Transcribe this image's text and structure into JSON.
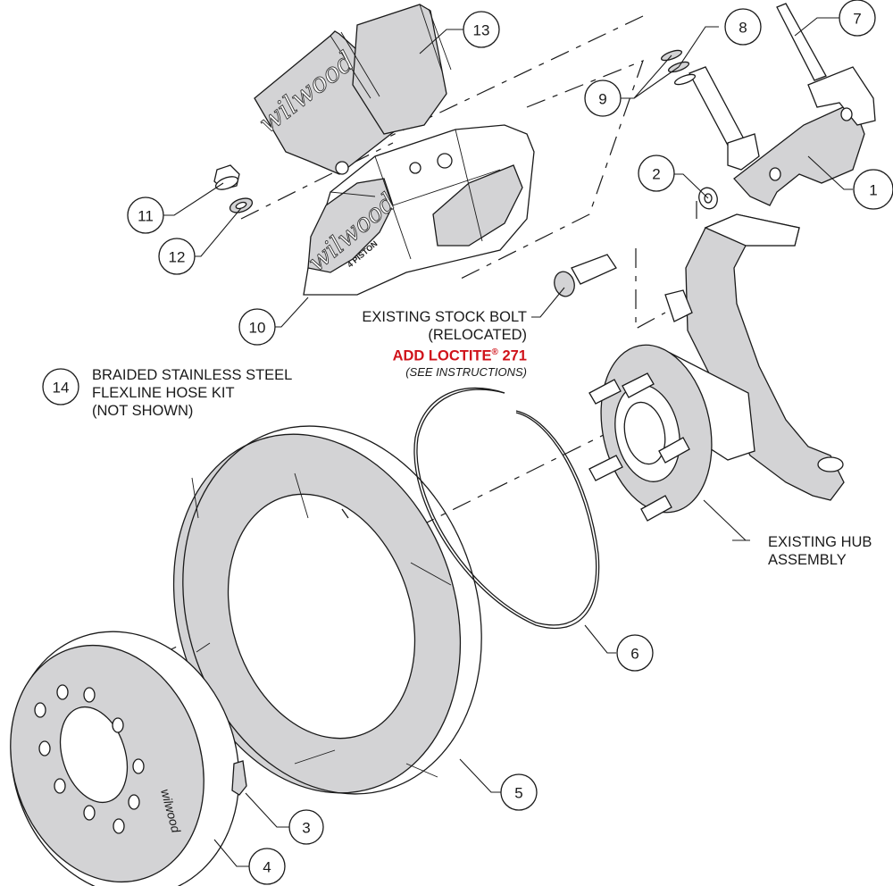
{
  "diagram": {
    "title": "Wilwood front disc brake kit exploded assembly",
    "brand": "wilwood",
    "caliper_marking": "4 PISTON",
    "colors": {
      "line": "#1a1a1a",
      "part_fill": "#d3d3d5",
      "background": "#ffffff",
      "warning_red": "#d0131b"
    },
    "callouts": [
      {
        "id": "1",
        "part": "caliper mounting bracket"
      },
      {
        "id": "2",
        "part": "washer"
      },
      {
        "id": "3",
        "part": "rotor bolt retainer clip"
      },
      {
        "id": "4",
        "part": "rotor hat"
      },
      {
        "id": "5",
        "part": "two-piece rotor ring"
      },
      {
        "id": "6",
        "part": "retaining ring"
      },
      {
        "id": "7",
        "part": "mounting stud"
      },
      {
        "id": "8",
        "part": "spacer washer"
      },
      {
        "id": "9",
        "part": "shim washers"
      },
      {
        "id": "10",
        "part": "4 piston caliper"
      },
      {
        "id": "11",
        "part": "nut"
      },
      {
        "id": "12",
        "part": "washer"
      },
      {
        "id": "13",
        "part": "brake pads"
      },
      {
        "id": "14",
        "part": "flexline hose kit"
      }
    ],
    "notes": {
      "stock_bolt": {
        "line1": "EXISTING STOCK BOLT",
        "line2": "(RELOCATED)",
        "line3_prefix": "ADD LOCTITE",
        "line3_reg": "®",
        "line3_suffix": " 271",
        "line4": "(SEE INSTRUCTIONS)"
      },
      "hose_kit": {
        "callout": "14",
        "line1": "BRAIDED STAINLESS STEEL",
        "line2": "FLEXLINE HOSE KIT",
        "line3": "(NOT SHOWN)"
      },
      "hub": {
        "line1": "EXISTING HUB",
        "line2": "ASSEMBLY"
      }
    }
  }
}
